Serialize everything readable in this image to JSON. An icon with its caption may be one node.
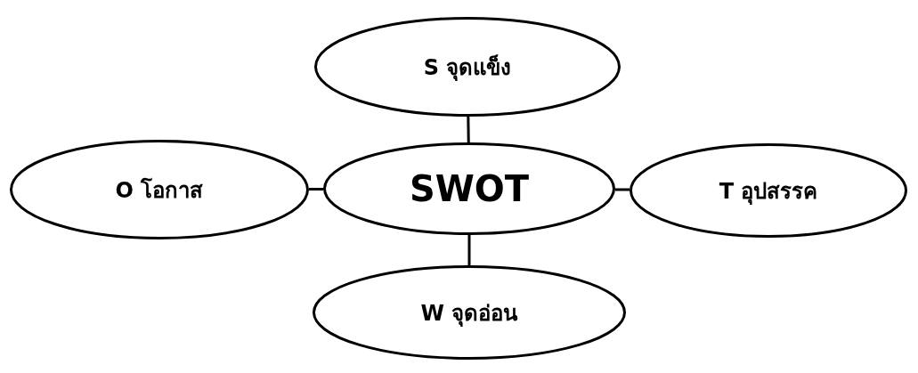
{
  "diagram": {
    "nodes": [
      {
        "text": [
          "S จุดแข็ง"
        ]
      },
      {
        "text": [
          "O โอกาส"
        ]
      },
      {
        "text": [
          "SWOT"
        ]
      },
      {
        "text": [
          "T อุปสรรค"
        ]
      },
      {
        "text": [
          "W จุดอ่อน"
        ]
      }
    ],
    "edges": [
      {
        "from": 2,
        "to": 0,
        "arrow": "none"
      },
      {
        "from": 2,
        "to": 1,
        "arrow": "none"
      },
      {
        "from": 2,
        "to": 3,
        "arrow": "none"
      },
      {
        "from": 2,
        "to": 4,
        "arrow": "none"
      }
    ]
  }
}
